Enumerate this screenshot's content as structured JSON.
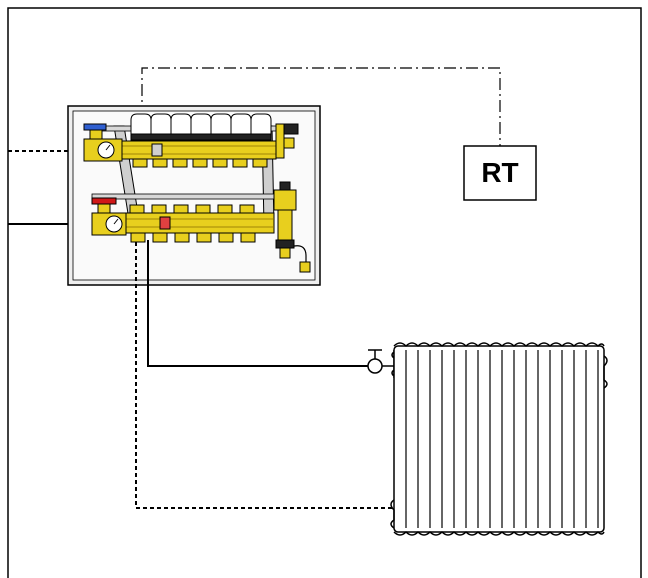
{
  "thermostat": {
    "label": "RT"
  },
  "colors": {
    "line": "#000000",
    "cabinet_fill": "#efefef",
    "brass": "#e8cf1e",
    "brass_dark": "#8a6d00",
    "return_valve_handle": "#2f5fd0",
    "flow_valve_handle": "#d01818",
    "actuator_cap": "#ffffff",
    "radiator_fill": "#ffffff"
  },
  "icons": {
    "manifold": "brass-heating-manifold",
    "thermostat": "room-thermostat",
    "radiator": "column-radiator",
    "valve": "radiator-valve"
  }
}
